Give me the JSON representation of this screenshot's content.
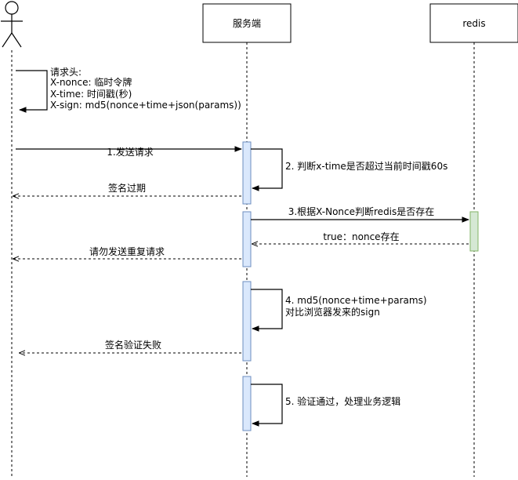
{
  "participants": {
    "server": {
      "label": "服务端"
    },
    "redis": {
      "label": "redis"
    }
  },
  "note": {
    "lines": [
      "请求头:",
      "X-nonce: 临时令牌",
      "X-time: 时间戳(秒)",
      "X-sign: md5(nonce+time+json(params))"
    ]
  },
  "messages": {
    "m1": "1.发送请求",
    "m2": "2. 判断x-time是否超过当前时间戳60s",
    "r2": "签名过期",
    "m3": "3.根据X-Nonce判断redis是否存在",
    "r3": "true：nonce存在",
    "r3b": "请勿发送重复请求",
    "m4_line1": "4. md5(nonce+time+params)",
    "m4_line2": "对比浏览器发来的sign",
    "r4": "签名验证失败",
    "m5": "5. 验证通过，处理业务逻辑"
  },
  "colors": {
    "server_activation": "#dae8fc",
    "server_activation_stroke": "#6c8ebf",
    "redis_activation": "#d5e8d4",
    "redis_activation_stroke": "#82b366"
  }
}
